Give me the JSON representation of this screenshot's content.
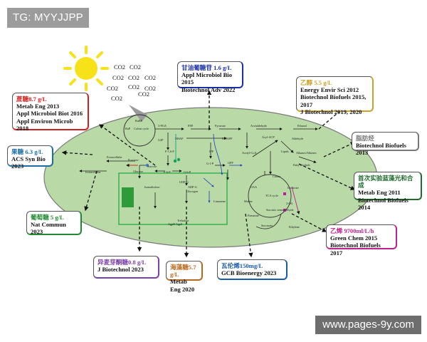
{
  "watermark_top": "TG: MYYJJPP",
  "watermark_bottom": "www.pages-9y.com",
  "colors": {
    "sun": "#f7e21a",
    "cell_fill": "#b9d9a6",
    "cell_stroke": "#7a7a7a"
  },
  "co2_labels": [
    "CO2",
    "CO2",
    "CO2",
    "CO2",
    "CO2",
    "CO2",
    "CO2",
    "CO2",
    "CO2",
    "CO2"
  ],
  "pathway_labels": {
    "calvin": "Calvin cycle",
    "rubp": "RuBP",
    "rup": "RuP",
    "pga3": "3-PGA",
    "g3p": "G3P",
    "pep": "PEP",
    "pyruvate": "Pyruvate",
    "acetaldehyde": "Acetaldehyde",
    "ethanol": "Ethanol",
    "acetyl_acp": "Acyl-ACP",
    "acetyl_coa": "Acetyl-CoA",
    "lipids": "Lipids",
    "fatty_alcohols": "Fatty alcohols",
    "alkanes": "Alkanes/Alkenes",
    "aldehyde": "Aldehyde",
    "dhap": "DHAP",
    "dmapp": "DMAPP",
    "ipp": "IPP",
    "gpp": "GPP",
    "f16p": "F-1,6-P",
    "f6p": "F-6-P",
    "g6p": "G-6-P",
    "g1p": "G-1-P",
    "adpg": "ADP-G",
    "udpg": "UDP-G",
    "glycogen": "Glycogen",
    "sucrose": "Sucrose",
    "glucose": "Glucose",
    "fructose": "Fructose",
    "extracellular_top": "Extracellular",
    "extracellular_mid": "Extracellular",
    "trehalose": "Trehalose",
    "isomaltulose": "Isomaltulose",
    "oaa": "OAA",
    "citrate": "Citrate",
    "isocitrate": "Isocitrate",
    "malate": "Malate",
    "fumarate": "Fumarate",
    "succinate": "Succinate",
    "tca": "TCA cycle",
    "succinic_semialdehyde": "Succinic semialdehyde",
    "ethylene": "Ethylene",
    "ketoglutarate": "2-OG",
    "limonene": "Limonene",
    "agp": "AgpR AgpS"
  },
  "callouts": [
    {
      "heading": "甘油葡糖苷 1.6 g/L",
      "lines": [
        "Appl Microbiol Bio 2015",
        "Biotechnol Adv 2022"
      ],
      "color": "#1a2ea8"
    },
    {
      "heading": "蔗糖8.7 g/L",
      "lines": [
        "Metab Eng 2013",
        "Appl Microbiol Biot 2016",
        "Appl Environ Microb 2018"
      ],
      "color": "#d21f1f"
    },
    {
      "heading": "乙醇 5.5 g/L",
      "lines": [
        "Energy Envir Sci 2012",
        "Biotechnol Biofuels 2015, 2017",
        "J Biotechnol 2019, 2020"
      ],
      "color": "#c9a227"
    },
    {
      "heading": "果糖 6.3 g/L",
      "lines": [
        "ACS Syn Bio 2023"
      ],
      "color": "#1a6ea8"
    },
    {
      "heading": "脂肪烃",
      "lines": [
        "Biotechnol Biofuels 2013"
      ],
      "color": "#777777"
    },
    {
      "heading": "首次实验蓝藻光和合成",
      "lines": [
        "Metab Eng 2011",
        "Biotechnol Biofuels 2014"
      ],
      "color": "#1e6b2d"
    },
    {
      "heading": "葡萄糖 5 g/L",
      "lines": [
        "Nat Commun 2023"
      ],
      "color": "#1e8a2d"
    },
    {
      "heading": "乙烯 9700ml/L/h",
      "lines": [
        "Green Chem 2015",
        "Biotechnol Biofuels 2017"
      ],
      "color": "#c0208e"
    },
    {
      "heading": "异麦芽酮糖0.8 g/L",
      "lines": [
        "J Biotechnol 2023"
      ],
      "color": "#7a3fa8"
    },
    {
      "heading": "海藻糖5.7 g/L",
      "lines": [
        "Metab Eng 2020"
      ],
      "color": "#b8681a"
    },
    {
      "heading": "瓦伦烯150mg/L",
      "lines": [
        "GCB Bioenergy 2023"
      ],
      "color": "#1a5aa8"
    }
  ]
}
